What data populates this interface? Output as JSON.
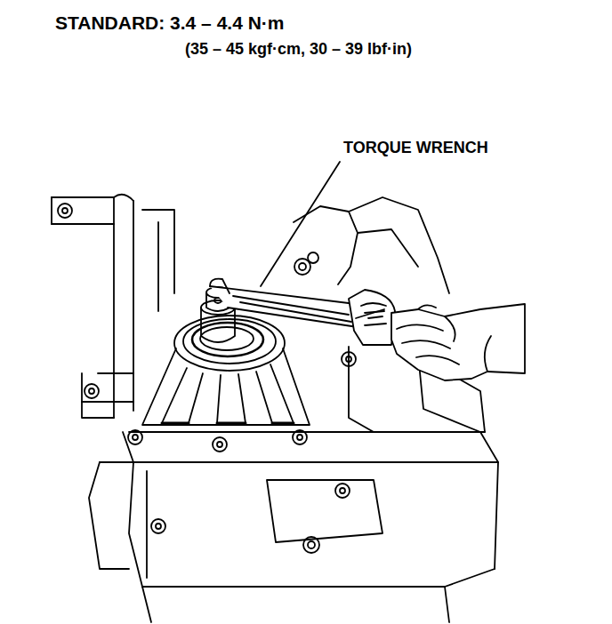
{
  "diagram": {
    "labels": [
      "STANDARD: 3.4 – 4.4 N·m",
      "(35 – 45 kgf·cm, 30 – 39 lbf·in)",
      "TORQUE WRENCH"
    ]
  }
}
